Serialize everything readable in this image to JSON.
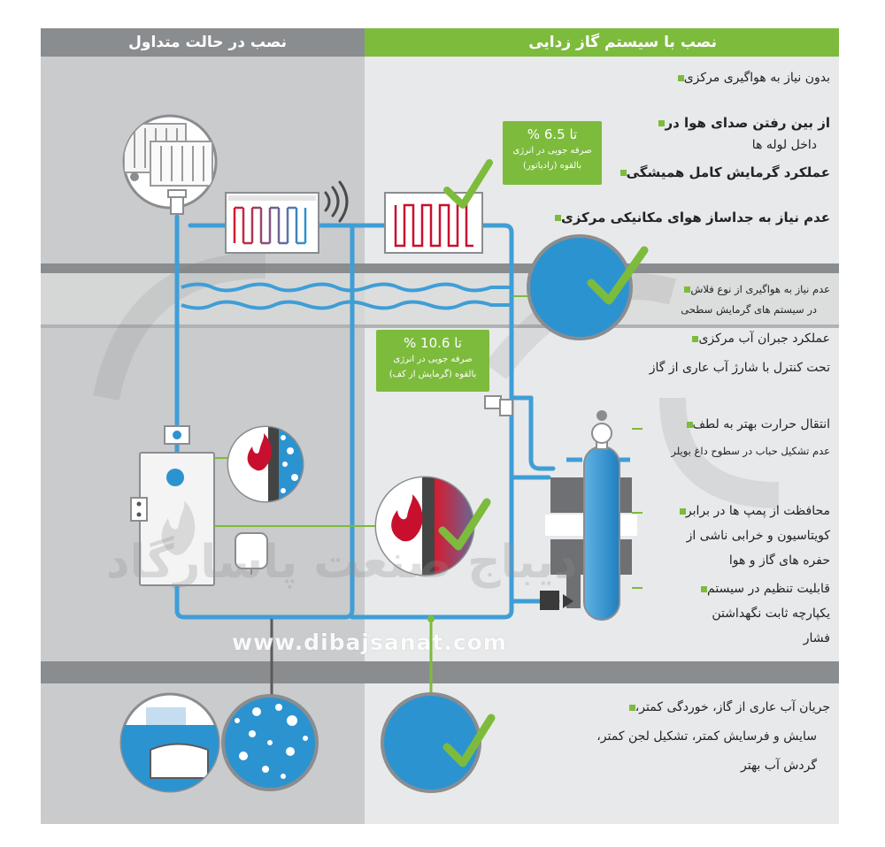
{
  "header": {
    "conventional": "نصب در حالت متداول",
    "degassing": "نصب با سیستم گاز زدایی"
  },
  "features": {
    "f1": "بدون نیاز به هواگیری مرکزی",
    "f2_l1": "از بین رفتن صدای هوا در",
    "f2_l2": "داخل لوله ها",
    "f3": "عملکرد گرمایش کامل همیشگی",
    "f4": "عدم نیاز به جداساز هوای مکانیکی مرکزی",
    "f5_l1": "عدم نیاز به هواگیری از نوع فلاش",
    "f5_l2": "در سیستم های گرمایش سطحی",
    "f6_l1": "عملکرد جبران آب مرکزی",
    "f6_l2": "تحت کنترل با شارژ آب عاری از گاز",
    "f7_l1": "انتقال حرارت بهتر به لطف",
    "f7_l2": "عدم تشکیل حباب در سطوح داغ بویلر",
    "f8_l1": "محافظت از پمپ ها در برابر",
    "f8_l2": "کویتاسیون و خرابی ناشی از",
    "f8_l3": "حفره های گاز و هوا",
    "f9_l1": "قابلیت تنظیم در سیستم",
    "f9_l2": "یکپارچه ثابت نگهداشتن",
    "f9_l3": "فشار",
    "f10_l1": "جریان آب عاری از گاز، خوردگی کمتر،",
    "f10_l2": "سایش و فرسایش کمتر، تشکیل لجن کمتر،",
    "f10_l3": "گردش آب بهتر"
  },
  "callouts": {
    "radiator": {
      "pct": "تا 6.5 %",
      "l1": "صرفه جویی در انرژی",
      "l2": "بالقوه (رادیاتور)"
    },
    "floor": {
      "pct": "تا 10.6 %",
      "l1": "صرفه جویی در انرژی",
      "l2": "بالقوه (گرمایش از کف)"
    }
  },
  "watermark": {
    "url": "www.dibajsanat.com",
    "brand": "دیباج صنعت پاسارگاد"
  },
  "colors": {
    "accent_green": "#7dbb3c",
    "pipe_blue": "#3f9ed6",
    "water_blue": "#2c93d1",
    "heat_red": "#c8102e",
    "panel_gray": "#c9cbcd",
    "panel_light": "#e8e9ea",
    "band_gray": "#8a8d90"
  },
  "icons": [
    "radiator-icon",
    "check-icon",
    "flame-icon",
    "boiler-icon",
    "expansion-tank-icon",
    "degassing-unit-icon",
    "air-vent-icon",
    "sound-wave-icon"
  ]
}
